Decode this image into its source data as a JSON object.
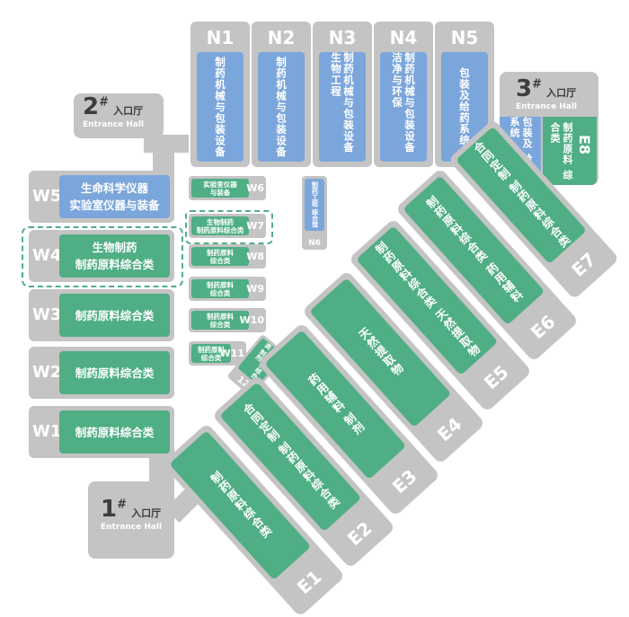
{
  "halls_n": [
    {
      "code": "N1",
      "label": "制药机械与包装设备"
    },
    {
      "code": "N2",
      "label": "制药机械与包装设备"
    },
    {
      "code": "N3",
      "label": "制药机械与包装设备 生物工程"
    },
    {
      "code": "N4",
      "label": "制药机械与包装设备 洁净与环保"
    },
    {
      "code": "N5",
      "label": "包装及给药系统"
    }
  ],
  "halls_w": [
    {
      "code": "W5",
      "line1": "生命科学仪器",
      "line2": "实验室仪器与装备",
      "color": "#7ba6dc"
    },
    {
      "code": "W4",
      "line1": "生物制药",
      "line2": "制药原料综合类",
      "color": "#4fae84"
    },
    {
      "code": "W3",
      "line1": "制药原料综合类",
      "line2": "",
      "color": "#4fae84"
    },
    {
      "code": "W2",
      "line1": "制药原料综合类",
      "line2": "",
      "color": "#4fae84"
    },
    {
      "code": "W1",
      "line1": "制药原料综合类",
      "line2": "",
      "color": "#4fae84"
    }
  ],
  "halls_small": [
    {
      "code": "W6",
      "line1": "实验室仪器",
      "line2": "与装备",
      "color": "#7ba6dc"
    },
    {
      "code": "W7",
      "line1": "生物制药",
      "line2": "制药原料综合类",
      "color": "#4fae84"
    },
    {
      "code": "W8",
      "line1": "制药原料",
      "line2": "综合类",
      "color": "#4fae84"
    },
    {
      "code": "W9",
      "line1": "制药原料",
      "line2": "综合类",
      "color": "#4fae84"
    },
    {
      "code": "W10",
      "line1": "制药原料",
      "line2": "综合类",
      "color": "#4fae84"
    },
    {
      "code": "W11",
      "line1": "制药原料",
      "line2": "综合类",
      "color": "#4fae84"
    }
  ],
  "hall_n6": {
    "code": "N6",
    "label": "制药工程 综合馆"
  },
  "hall_w12": {
    "code": "12",
    "label": "制药原料综合类 制剂"
  },
  "halls_e": [
    {
      "code": "E1",
      "label": "制药原料综合类"
    },
    {
      "code": "E2",
      "label": "合同定制 制药原料综合类"
    },
    {
      "code": "E3",
      "label": "药用辅料 制剂"
    },
    {
      "code": "E4",
      "label": "天然提取物"
    },
    {
      "code": "E5",
      "label": "制药原料综合类 天然提取物"
    },
    {
      "code": "E6",
      "label": "制药原料综合类 药用辅料"
    },
    {
      "code": "E7",
      "label": "合同定制 制药原料综合类"
    }
  ],
  "hall_e8": {
    "code": "E8",
    "label": "制药原料 综合类",
    "side_label": "包装及 给药系统"
  },
  "entrances": [
    {
      "num": "1",
      "mark": "#",
      "zh": "入口厅",
      "en": "Entrance Hall"
    },
    {
      "num": "2",
      "mark": "#",
      "zh": "入口厅",
      "en": "Entrance Hall"
    },
    {
      "num": "3",
      "mark": "#",
      "zh": "入口厅",
      "en": "Entrance Hall"
    }
  ],
  "colors": {
    "blue": "#7ba6dc",
    "green": "#4fae84",
    "grey": "#c4c4c4"
  }
}
